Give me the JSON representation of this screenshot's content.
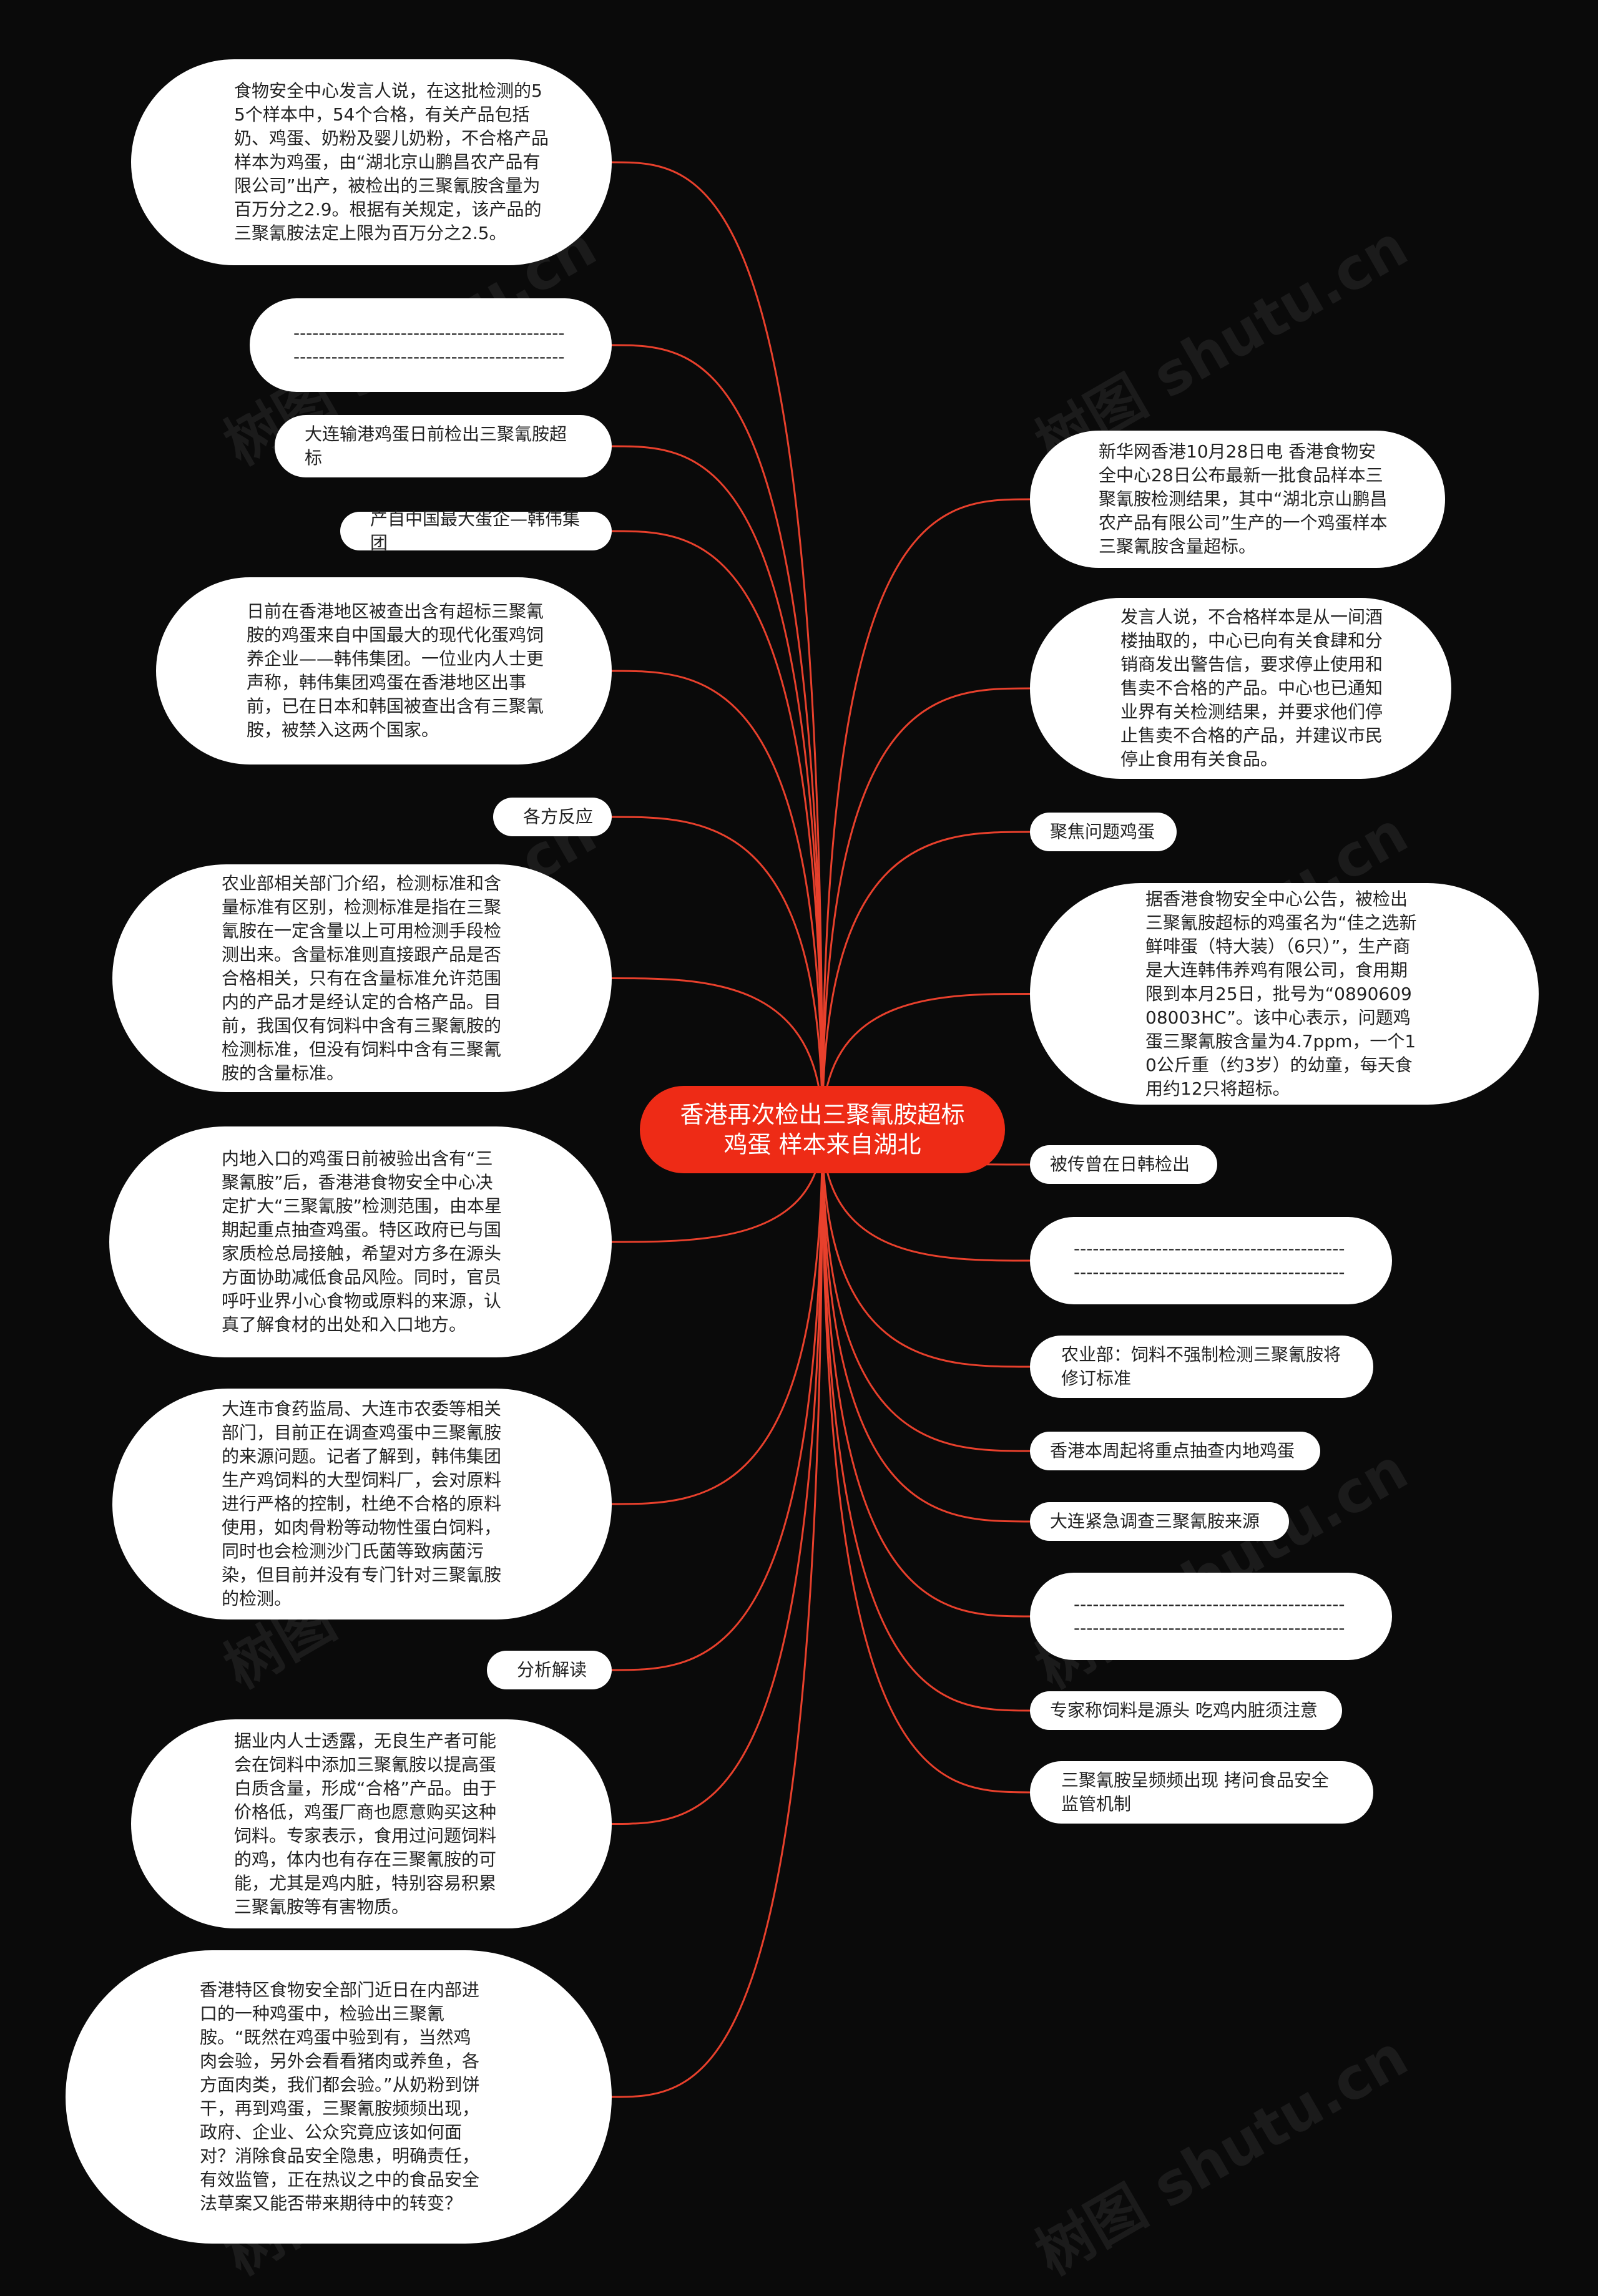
{
  "colors": {
    "background": "#0a0a0a",
    "root": "#ee2b16",
    "link": "#e8402c",
    "node": "#ffffff",
    "text": "#222222"
  },
  "root": {
    "text": "香港再次检出三聚氰胺超标鸡蛋 样本来自湖北"
  },
  "watermark": "树图 shutu.cn",
  "left_nodes": [
    {
      "id": "food-safety-spokesman",
      "text": "食物安全中心发言人说，在这批检测的55个样本中，54个合格，有关产品包括奶、鸡蛋、奶粉及婴儿奶粉，不合格产品样本为鸡蛋，由“湖北京山鹏昌农产品有限公司”出产，被检出的三聚氰胺含量为百万分之2.9。根据有关规定，该产品的三聚氰胺法定上限为百万分之2.5。"
    },
    {
      "id": "separator-left",
      "text": "--------------------------------------------------------------------------------------"
    },
    {
      "id": "dalian-export",
      "text": "大连输港鸡蛋日前检出三聚氰胺超标"
    },
    {
      "id": "hanwei-origin",
      "text": "产自中国最大蛋企—韩伟集团"
    },
    {
      "id": "hanwei-detail",
      "text": "日前在香港地区被查出含有超标三聚氰胺的鸡蛋来自中国最大的现代化蛋鸡饲养企业——韩伟集团。一位业内人士更声称，韩伟集团鸡蛋在香港地区出事前，已在日本和韩国被查出含有三聚氰胺，被禁入这两个国家。"
    },
    {
      "id": "reactions",
      "text": "各方反应"
    },
    {
      "id": "agriculture-standard",
      "text": "农业部相关部门介绍，检测标准和含量标准有区别，检测标准是指在三聚氰胺在一定含量以上可用检测手段检测出来。含量标准则直接跟产品是否合格相关，只有在含量标准允许范围内的产品才是经认定的合格产品。目前，我国仅有饲料中含有三聚氰胺的检测标准，但没有饲料中含有三聚氰胺的含量标准。"
    },
    {
      "id": "mainland-eggs",
      "text": "内地入口的鸡蛋日前被验出含有“三聚氰胺”后，香港港食物安全中心决定扩大“三聚氰胺”检测范围，由本星期起重点抽查鸡蛋。特区政府已与国家质检总局接触，希望对方多在源头方面协助减低食品风险。同时，官员呼吁业界小心食物或原料的来源，认真了解食材的出处和入口地方。"
    },
    {
      "id": "dalian-investigation",
      "text": "大连市食药监局、大连市农委等相关部门，目前正在调查鸡蛋中三聚氰胺的来源问题。记者了解到，韩伟集团生产鸡饲料的大型饲料厂，会对原料进行严格的控制，杜绝不合格的原料使用，如肉骨粉等动物性蛋白饲料，同时也会检测沙门氏菌等致病菌污染，但目前并没有专门针对三聚氰胺的检测。"
    },
    {
      "id": "analysis",
      "text": "分析解读"
    },
    {
      "id": "insider",
      "text": "据业内人士透露，无良生产者可能会在饲料中添加三聚氰胺以提高蛋白质含量，形成“合格”产品。由于价格低，鸡蛋厂商也愿意购买这种饲料。专家表示，食用过问题饲料的鸡，体内也有存在三聚氰胺的可能，尤其是鸡内脏，特别容易积累三聚氰胺等有害物质。"
    },
    {
      "id": "hk-sar-detection",
      "text": "香港特区食物安全部门近日在内部进口的一种鸡蛋中，检验出三聚氰胺。“既然在鸡蛋中验到有，当然鸡肉会验，另外会看看猪肉或养鱼，各方面肉类，我们都会验。”从奶粉到饼干，再到鸡蛋，三聚氰胺频频出现，政府、企业、公众究竟应该如何面对？消除食品安全隐患，明确责任，有效监管，正在热议之中的食品安全法草案又能否带来期待中的转变？"
    }
  ],
  "right_nodes": [
    {
      "id": "xinhua-report",
      "text": "新华网香港10月28日电 香港食物安全中心28日公布最新一批食品样本三聚氰胺检测结果，其中“湖北京山鹏昌农产品有限公司”生产的一个鸡蛋样本三聚氰胺含量超标。"
    },
    {
      "id": "spokesman-sample",
      "text": "发言人说，不合格样本是从一间酒楼抽取的，中心已向有关食肆和分销商发出警告信，要求停止使用和售卖不合格的产品。中心也已通知业界有关检测结果，并要求他们停止售卖不合格的产品，并建议市民停止食用有关食品。"
    },
    {
      "id": "focus-eggs",
      "text": "聚焦问题鸡蛋"
    },
    {
      "id": "announcement",
      "text": "据香港食物安全中心公告，被检出三聚氰胺超标的鸡蛋名为“佳之选新鲜啡蛋（特大装）（6只）”，生产商是大连韩伟养鸡有限公司，食用期限到本月25日，批号为“089060908003HC”。该中心表示，问题鸡蛋三聚氰胺含量为4.7ppm，一个10公斤重（约3岁）的幼童，每天食用约12只将超标。"
    },
    {
      "id": "korea-japan",
      "text": "被传曾在日韩检出"
    },
    {
      "id": "separator-right-1",
      "text": "--------------------------------------------------------------------------------------"
    },
    {
      "id": "agri-feed",
      "text": "农业部：饲料不强制检测三聚氰胺将修订标准"
    },
    {
      "id": "hk-weekly",
      "text": "香港本周起将重点抽查内地鸡蛋"
    },
    {
      "id": "dalian-urgent",
      "text": "大连紧急调查三聚氰胺来源"
    },
    {
      "id": "separator-right-2",
      "text": "--------------------------------------------------------------------------------------"
    },
    {
      "id": "expert-feed",
      "text": "专家称饲料是源头 吃鸡内脏须注意"
    },
    {
      "id": "frequent",
      "text": "三聚氰胺呈频频出现 拷问食品安全监管机制"
    }
  ]
}
